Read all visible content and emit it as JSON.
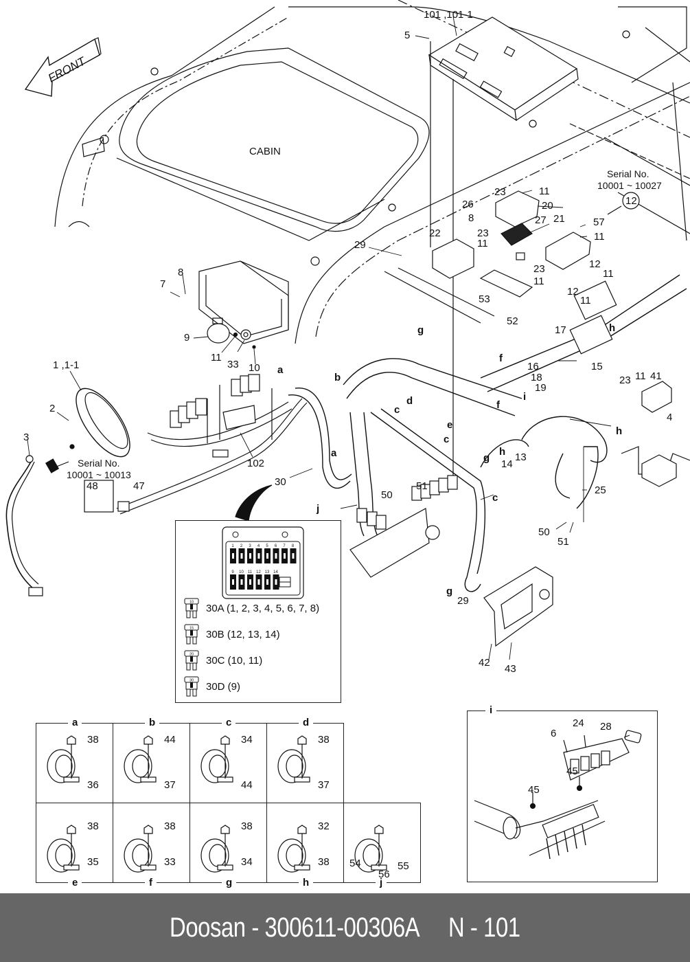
{
  "direction_arrow": "FRONT",
  "cabin_label": "CABIN",
  "part_labels": {
    "ecu": "101 ,101-1",
    "p5": "5",
    "p1": "1 ,1-1",
    "p2": "2",
    "p3": "3",
    "p7": "7",
    "p8a": "8",
    "p9": "9",
    "p11a": "11",
    "p33": "33",
    "p10": "10",
    "p102": "102",
    "p30": "30",
    "p48": "48",
    "p47": "47",
    "p29a": "29",
    "p22": "22",
    "p26": "26",
    "p8b": "8",
    "p23a": "23",
    "p11b": "11",
    "p23b": "23",
    "p11c": "11",
    "p20": "20",
    "p27": "27",
    "p21": "21",
    "p57": "57",
    "p11d": "11",
    "p23c": "23",
    "p11e": "11",
    "p53": "53",
    "p12a": "12",
    "p11f": "11",
    "p12b": "12",
    "p11g": "11",
    "p52": "52",
    "p17": "17",
    "p16": "16",
    "p15": "15",
    "p18": "18",
    "p19": "19",
    "p23d": "23",
    "p11h": "11",
    "p41": "41",
    "p4": "4",
    "p13": "13",
    "p14": "14",
    "p25": "25",
    "p50a": "50",
    "p51a": "51",
    "p50b": "50",
    "p51b": "51",
    "p29b": "29",
    "p42": "42",
    "p43": "43",
    "circled_12": "12"
  },
  "clip_refs": {
    "a1": "a",
    "a2": "a",
    "b": "b",
    "c1": "c",
    "c2": "c",
    "c3": "c",
    "d": "d",
    "e": "e",
    "f1": "f",
    "f2": "f",
    "g1": "g",
    "g2": "g",
    "g3": "g",
    "h1": "h",
    "h2": "h",
    "h3": "h",
    "i": "i",
    "j": "j"
  },
  "serial_notes": [
    {
      "title": "Serial No.",
      "range": "10001 ~ 10013"
    },
    {
      "title": "Serial No.",
      "range": "10001 ~ 10027"
    }
  ],
  "fuse_box": {
    "top_row": [
      "1",
      "2",
      "3",
      "4",
      "5",
      "6",
      "7",
      "8"
    ],
    "bottom_row": [
      "9",
      "10",
      "11",
      "12",
      "13",
      "14"
    ],
    "legend": [
      {
        "rating": "10",
        "text": "30A (1, 2, 3, 4, 5, 6, 7, 8)"
      },
      {
        "rating": "15",
        "text": "30B (12, 13, 14)"
      },
      {
        "rating": "20",
        "text": "30C (10, 11)"
      },
      {
        "rating": "30",
        "text": "30D (9)"
      }
    ]
  },
  "clip_details": [
    {
      "title": "a",
      "parts": [
        "38",
        "36"
      ]
    },
    {
      "title": "b",
      "parts": [
        "44",
        "37"
      ]
    },
    {
      "title": "c",
      "parts": [
        "34",
        "44"
      ]
    },
    {
      "title": "d",
      "parts": [
        "38",
        "37"
      ]
    },
    {
      "title": "e",
      "parts": [
        "38",
        "35"
      ]
    },
    {
      "title": "f",
      "parts": [
        "38",
        "33"
      ]
    },
    {
      "title": "g",
      "parts": [
        "38",
        "34"
      ]
    },
    {
      "title": "h",
      "parts": [
        "32",
        "38"
      ]
    },
    {
      "title": "j",
      "parts": [
        "54",
        "56",
        "55"
      ]
    }
  ],
  "detail_i": {
    "title": "i",
    "parts": [
      "24",
      "28",
      "6",
      "45",
      "45"
    ]
  },
  "footer": {
    "text": "Doosan - 300611-00306A     N - 101"
  }
}
